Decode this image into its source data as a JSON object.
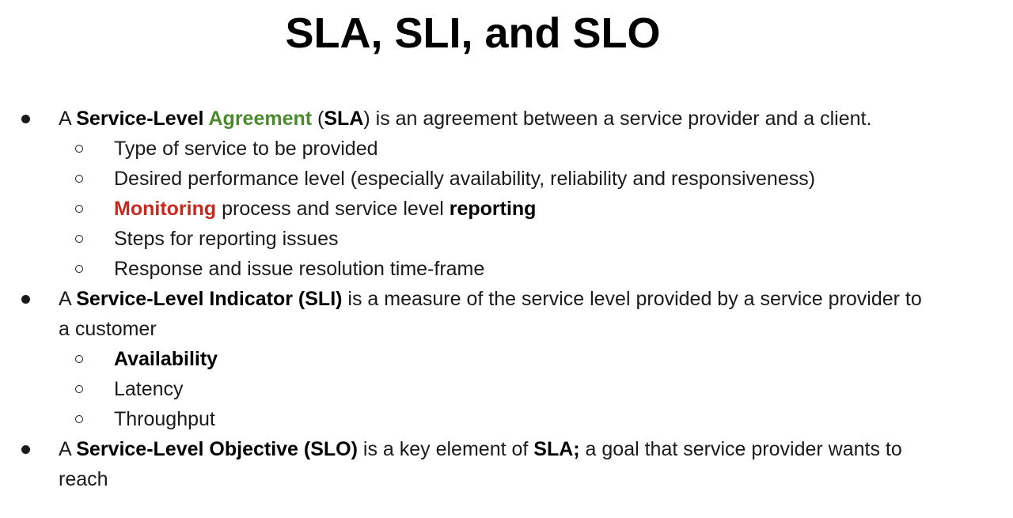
{
  "title": "SLA, SLI, and SLO",
  "sla": {
    "a": "A ",
    "term": "Service-Level ",
    "term_green": "Agreement",
    "paren_open": " (",
    "abbr": "SLA",
    "rest": ") is an agreement between a service provider and a client.",
    "items": [
      {
        "text": "Type of service to be provided"
      },
      {
        "text": "Desired performance level (especially availability, reliability and responsiveness)"
      },
      {
        "red": "Monitoring",
        "text": " process and service level ",
        "bold": "reporting"
      },
      {
        "text": "Steps for reporting issues"
      },
      {
        "text": "Response and issue resolution time-frame"
      }
    ]
  },
  "sli": {
    "a": "A ",
    "term": "Service-Level Indicator (SLI)",
    "rest": " is a measure of the service level provided by a service provider to",
    "rest_cont": "a customer",
    "items": [
      {
        "bold": "Availability"
      },
      {
        "text": "Latency"
      },
      {
        "text": "Throughput"
      }
    ]
  },
  "slo": {
    "a": "A ",
    "term": "Service-Level Objective (SLO)",
    "mid": " is a key element of ",
    "abbr": "SLA;",
    "rest": " a goal that service provider wants to",
    "rest_cont": "reach"
  }
}
